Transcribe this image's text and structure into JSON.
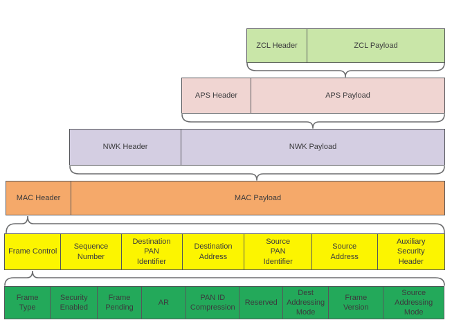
{
  "colors": {
    "zcl-bg": "#c9e6a8",
    "aps-bg": "#f0d5d2",
    "nwk-bg": "#d4cee2",
    "mac-bg": "#f5a96a",
    "mac-fields-bg": "#fcf500",
    "frame-control-bg": "#23a95a",
    "box-border": "#55565a",
    "brace": "#6b6c6e",
    "text": "#3b3b3d"
  },
  "layers": {
    "zcl": {
      "header": "ZCL Header",
      "payload": "ZCL Payload"
    },
    "aps": {
      "header": "APS Header",
      "payload": "APS Payload"
    },
    "nwk": {
      "header": "NWK Header",
      "payload": "NWK Payload"
    },
    "mac": {
      "header": "MAC Header",
      "payload": "MAC Payload"
    }
  },
  "mac_header_fields": [
    "Frame Control",
    "Sequence\nNumber",
    "Destination\nPAN\nIdentifier",
    "Destination\nAddress",
    "Source\nPAN\nIdentifier",
    "Source\nAddress",
    "Auxiliary\nSecurity\nHeader"
  ],
  "frame_control_fields": [
    "Frame\nType",
    "Security\nEnabled",
    "Frame\nPending",
    "AR",
    "PAN ID\nCompression",
    "Reserved",
    "Dest\nAddressing\nMode",
    "Frame\nVersion",
    "Source\nAddressing\nMode"
  ]
}
